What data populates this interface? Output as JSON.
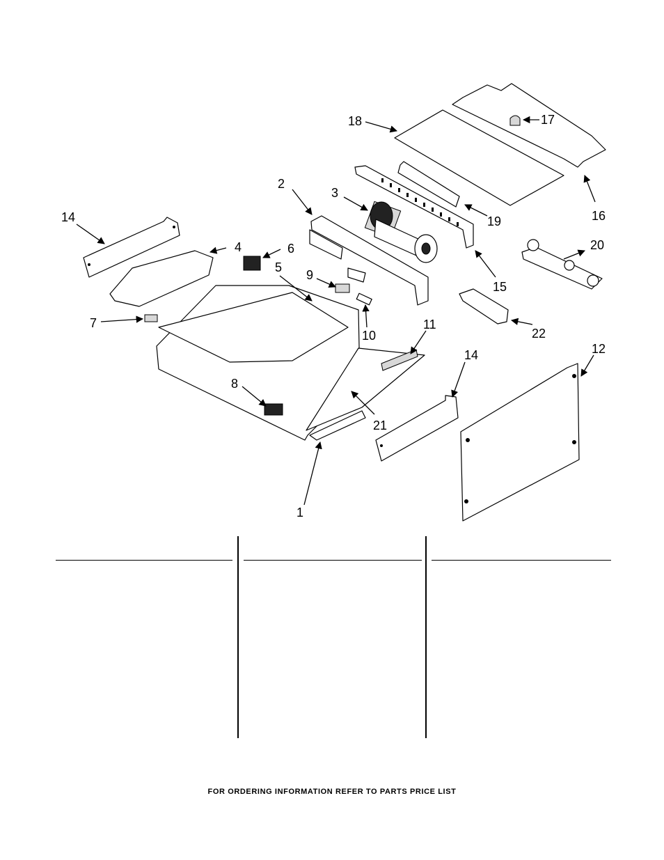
{
  "diagram": {
    "callouts": [
      "1",
      "2",
      "3",
      "4",
      "5",
      "6",
      "7",
      "8",
      "9",
      "10",
      "11",
      "12",
      "14",
      "14",
      "15",
      "16",
      "17",
      "18",
      "19",
      "20",
      "21",
      "22"
    ]
  },
  "parts_table": {
    "columns": [
      {
        "header": "",
        "rows": []
      },
      {
        "header": "",
        "rows": []
      },
      {
        "header": "",
        "rows": []
      }
    ]
  },
  "footer": {
    "text": "FOR ORDERING INFORMATION REFER TO PARTS PRICE LIST"
  }
}
